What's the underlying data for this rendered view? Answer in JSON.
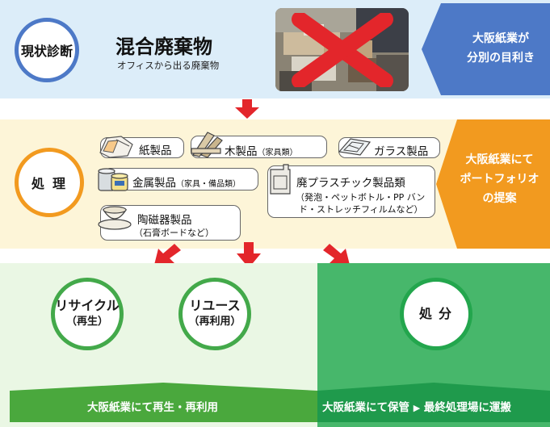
{
  "diagnosis": {
    "circle_label": "現状診断",
    "title": "混合廃棄物",
    "subtitle": "オフィスから出る廃棄物",
    "photo_icon": "cross-mark-icon",
    "callout_line1": "大阪紙業が",
    "callout_line2": "分別の目利き"
  },
  "processing": {
    "circle_label": "処理",
    "items": {
      "paper": "紙製品",
      "wood": "木製品",
      "wood_note": "（家具類）",
      "glass": "ガラス製品",
      "metal": "金属製品",
      "metal_note": "（家具・備品類）",
      "plastic": "廃プラスチック製品類",
      "plastic_note1": "（発泡・ペットボトル・PP バン",
      "plastic_note2": "ド・ストレッチフィルムなど）",
      "ceramic": "陶磁器製品",
      "ceramic_note": "（石膏ボードなど）"
    },
    "callout_line1": "大阪紙業にて",
    "callout_line2": "ポートフォリオ",
    "callout_line3": "の提案"
  },
  "outcomes": {
    "recycle": "リサイクル",
    "recycle_sub": "（再生）",
    "reuse": "リユース",
    "reuse_sub": "（再利用）",
    "disposal": "処分",
    "footer_left": "大阪紙業にて再生・再利用",
    "footer_right_a": "大阪紙業にて保管",
    "footer_right_arrow": "▶",
    "footer_right_b": "最終処理場に運搬"
  },
  "colors": {
    "diagnosis_band": "#dcedf9",
    "diagnosis_accent": "#4d79c7",
    "processing_band": "#fdf5d8",
    "processing_accent": "#f29a1f",
    "outcome_band": "#eaf7e4",
    "outcome_accent": "#43a94a",
    "arrow_red": "#e3262b"
  }
}
